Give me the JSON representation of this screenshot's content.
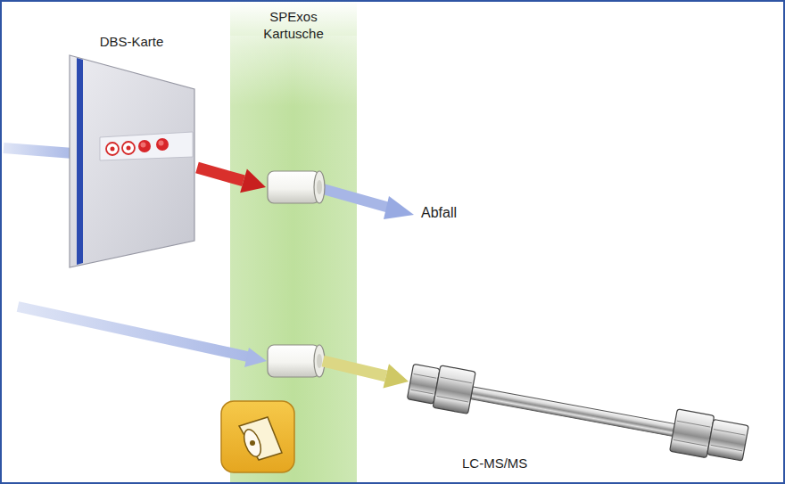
{
  "diagram": {
    "nodes": [
      {
        "text": [
          "DBS-Karte"
        ]
      },
      {
        "text": [
          "SPExos Kartusche"
        ]
      },
      {
        "text": [
          "LC-MS/MS"
        ]
      }
    ],
    "edges": [
      {
        "from": 0,
        "to": 1,
        "arrow": "to"
      },
      {
        "from": 1,
        "to": 2,
        "arrow": "to"
      }
    ],
    "labels": [
      "Abfall"
    ]
  }
}
